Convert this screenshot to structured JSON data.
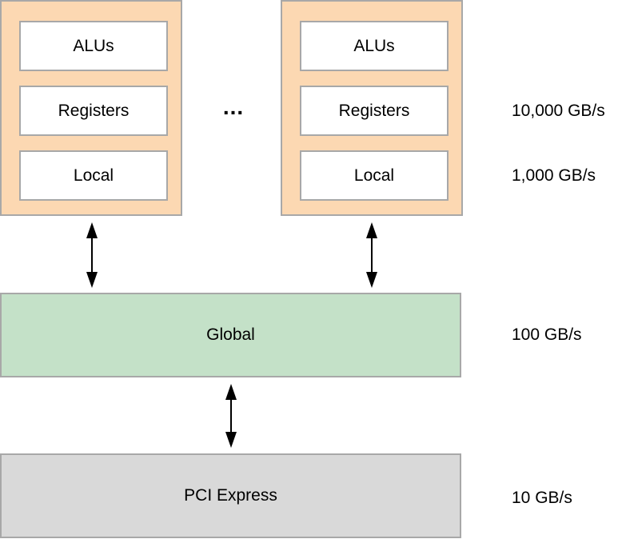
{
  "compute_units": [
    {
      "alus": "ALUs",
      "registers": "Registers",
      "local": "Local"
    },
    {
      "alus": "ALUs",
      "registers": "Registers",
      "local": "Local"
    }
  ],
  "ellipsis": "...",
  "global_label": "Global",
  "pcie_label": "PCI Express",
  "bandwidth": {
    "registers": "10,000 GB/s",
    "local": "1,000 GB/s",
    "global": "100 GB/s",
    "pcie": "10 GB/s"
  },
  "colors": {
    "compute_unit_fill": "#fcd8b2",
    "global_fill": "#c4e1c8",
    "pcie_fill": "#d9d9d9",
    "border": "#a8a8a8"
  }
}
